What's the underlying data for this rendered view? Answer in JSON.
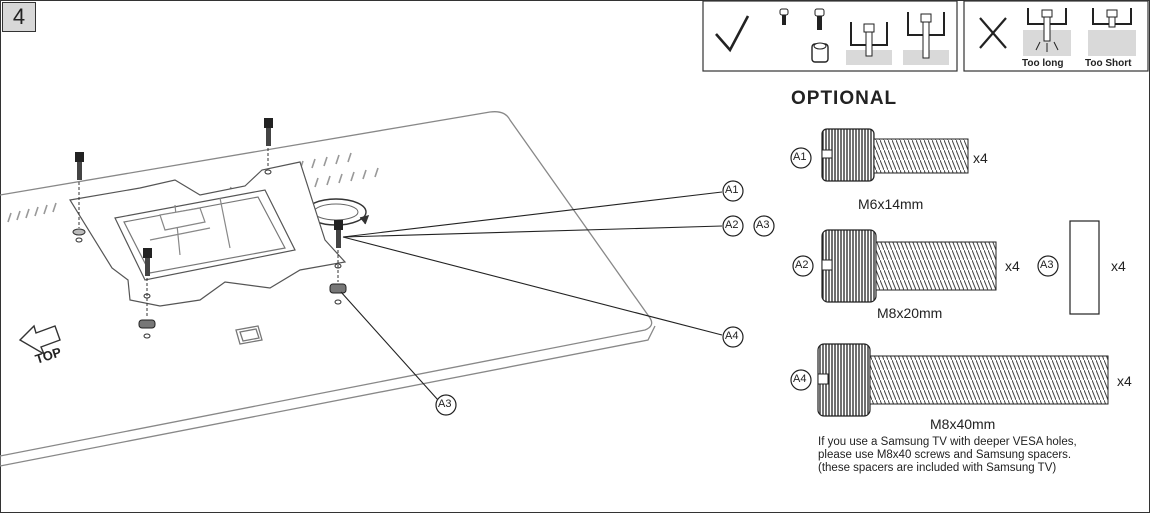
{
  "step_number": "4",
  "header_panels": {
    "correct_symbol": "check-icon",
    "wrong_symbol": "cross-icon",
    "too_long_label": "Too long",
    "too_short_label": "Too Short"
  },
  "optional_title": "OPTIONAL",
  "callouts": {
    "a1": "A1",
    "a2": "A2",
    "a3": "A3",
    "a4": "A4"
  },
  "diagram_labels": {
    "top": "TOP"
  },
  "parts": [
    {
      "id": "A1",
      "size": "M6x14mm",
      "qty": "x4"
    },
    {
      "id": "A2",
      "size": "M8x20mm",
      "qty": "x4"
    },
    {
      "id": "A3",
      "size": "",
      "qty": "x4"
    },
    {
      "id": "A4",
      "size": "M8x40mm",
      "qty": "x4"
    }
  ],
  "note_lines": [
    "If you use a Samsung TV with deeper VESA holes,",
    "please use M8x40 screws and Samsung spacers.",
    "(these spacers are included with Samsung TV)"
  ]
}
